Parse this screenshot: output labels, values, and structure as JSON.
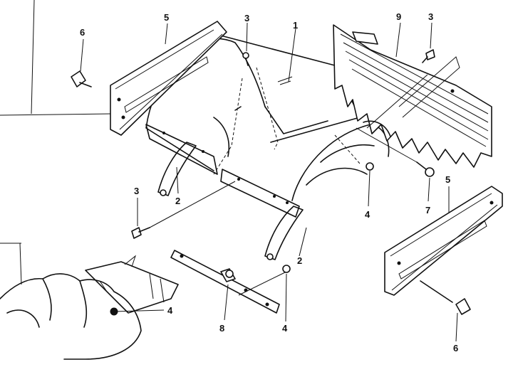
{
  "callouts": {
    "c1": "1",
    "c2a": "2",
    "c2b": "2",
    "c3a": "3",
    "c3b": "3",
    "c3c": "3",
    "c4a": "4",
    "c4b": "4",
    "c4c": "4",
    "c5a": "5",
    "c5b": "5",
    "c6a": "6",
    "c6b": "6",
    "c7": "7",
    "c8": "8",
    "c9": "9"
  }
}
